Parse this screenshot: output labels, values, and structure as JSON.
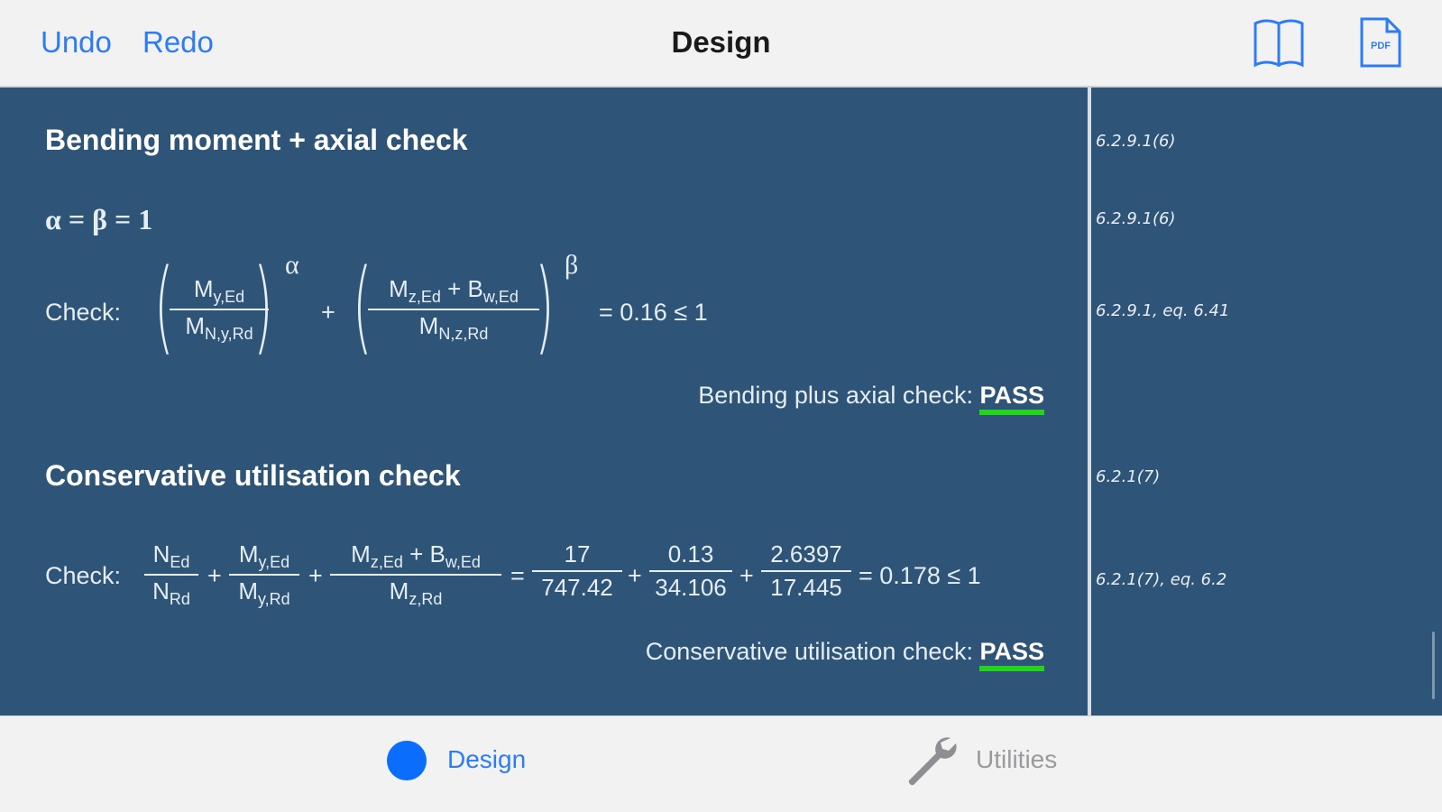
{
  "header": {
    "undo_label": "Undo",
    "redo_label": "Redo",
    "title": "Design",
    "icons": [
      "book-icon",
      "pdf-icon"
    ],
    "pdf_badge": "PDF"
  },
  "section1": {
    "heading": "Bending moment + axial check",
    "alpha_beta": "α = β = 1",
    "check_label": "Check:",
    "frac1_num": "My,Ed",
    "frac1_den": "MN,y,Rd",
    "alpha": "α",
    "plus": "+",
    "frac2_num": "Mz,Ed + Bw,Ed",
    "frac2_den": "MN,z,Rd",
    "beta": "β",
    "result_expr": "= 0.16 ≤ 1",
    "result_label": "Bending plus axial check:",
    "result_status": "PASS"
  },
  "section2": {
    "heading": "Conservative utilisation check",
    "check_label": "Check:",
    "f1_num": "NEd",
    "f1_den": "NRd",
    "f2_num": "My,Ed",
    "f2_den": "My,Rd",
    "f3_num": "Mz,Ed + Bw,Ed",
    "f3_den": "Mz,Rd",
    "eq": "=",
    "v1_num": "17",
    "v1_den": "747.42",
    "v2_num": "0.13",
    "v2_den": "34.106",
    "v3_num": "2.6397",
    "v3_den": "17.445",
    "result_expr": "= 0.178 ≤ 1",
    "result_label": "Conservative utilisation check:",
    "result_status": "PASS"
  },
  "references": [
    "6.2.9.1(6)",
    "6.2.9.1(6)",
    "6.2.9.1, eq. 6.41",
    "6.2.1(7)",
    "6.2.1(7), eq. 6.2"
  ],
  "tabs": [
    {
      "label": "Design",
      "icon": "circle-icon",
      "active": true
    },
    {
      "label": "Utilities",
      "icon": "wrench-icon",
      "active": false
    }
  ],
  "colors": {
    "accent": "#2d7cf6",
    "panel": "#2e5478",
    "pass_underline": "#25d31e"
  }
}
